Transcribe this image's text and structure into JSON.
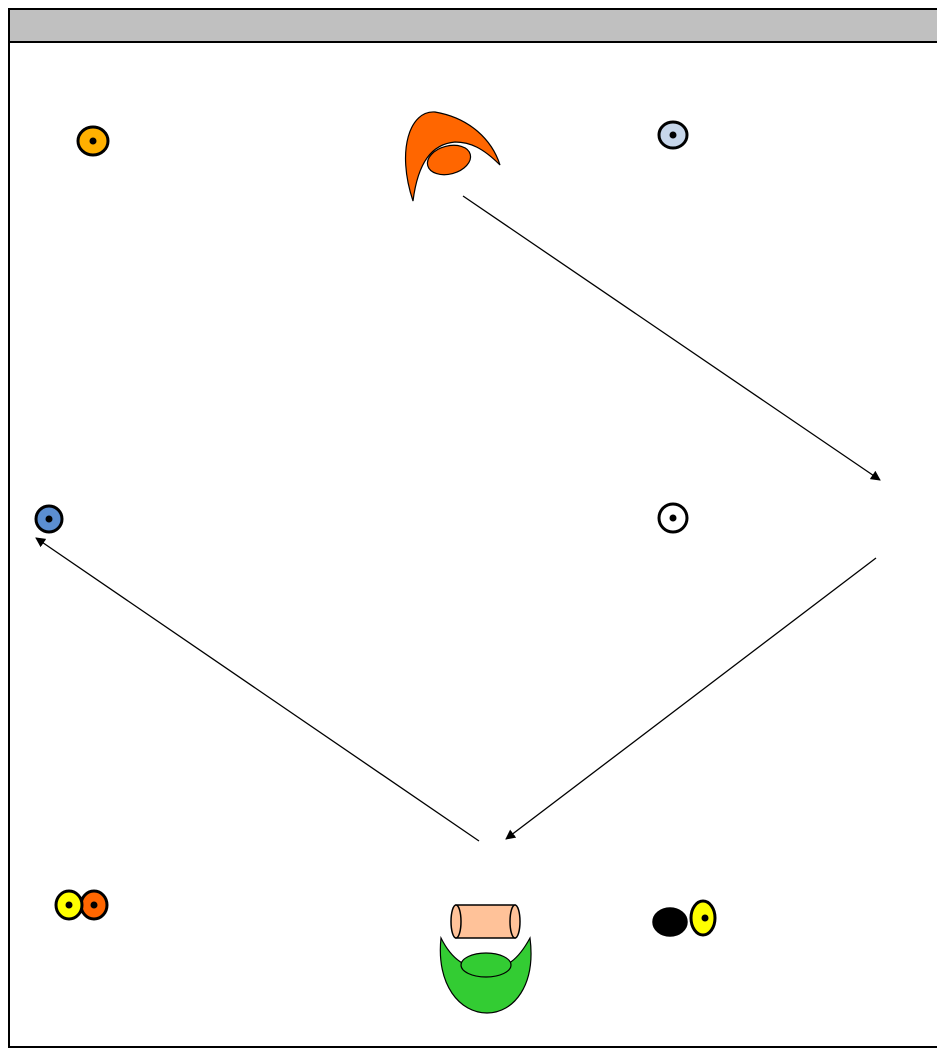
{
  "colors": {
    "header": "#c0c0c0",
    "outline": "#000000",
    "orange": "#ff6600",
    "gold": "#ffb000",
    "pale_blue": "#c7d6ea",
    "steel_blue": "#5b8ed1",
    "white": "#ffffff",
    "yellow": "#ffff00",
    "peach": "#ffc299",
    "green": "#33cc33",
    "black": "#000000"
  },
  "icons": [
    "gold-ring-icon",
    "orange-crescent-icon",
    "pale-blue-ring-icon",
    "blue-ring-icon",
    "white-ring-icon",
    "yellow-orange-pair-icon",
    "peach-cylinder-on-green-cup-icon",
    "black-yellow-pair-icon"
  ],
  "arrows": [
    "arrow-top-to-right",
    "arrow-right-to-bottom",
    "arrow-bottom-to-left"
  ]
}
